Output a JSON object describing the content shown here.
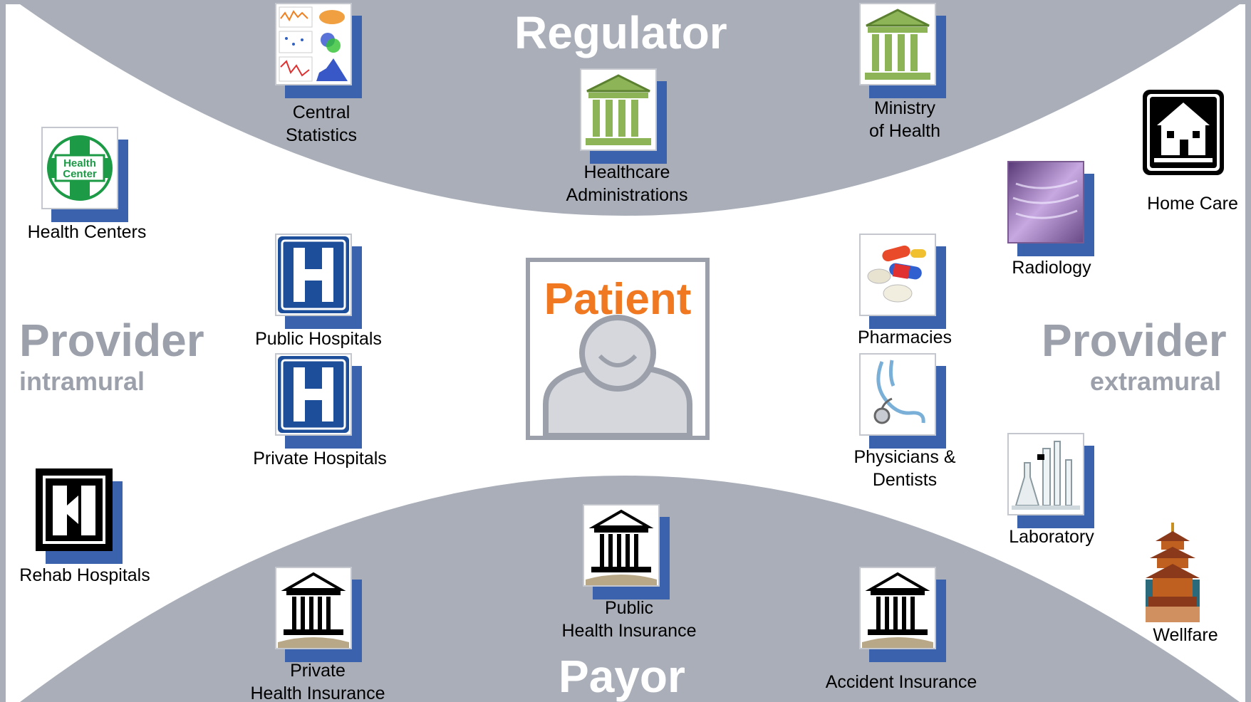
{
  "regions": {
    "top": "Regulator",
    "bottom": "Payor",
    "left": {
      "title": "Provider",
      "subtitle": "intramural"
    },
    "right": {
      "title": "Provider",
      "subtitle": "extramural"
    }
  },
  "center": {
    "title": "Patient"
  },
  "nodes": {
    "central_statistics": [
      "Central",
      "Statistics"
    ],
    "healthcare_administrations": [
      "Healthcare",
      "Administrations"
    ],
    "ministry_of_health": [
      "Ministry",
      "of Health"
    ],
    "health_centers": [
      "Health Centers"
    ],
    "public_hospitals": [
      "Public Hospitals"
    ],
    "private_hospitals": [
      "Private Hospitals"
    ],
    "rehab_hospitals": [
      "Rehab Hospitals"
    ],
    "pharmacies": [
      "Pharmacies"
    ],
    "physicians_dentists": [
      "Physicians &",
      "Dentists"
    ],
    "radiology": [
      "Radiology"
    ],
    "home_care": [
      "Home Care"
    ],
    "laboratory": [
      "Laboratory"
    ],
    "wellfare": [
      "Wellfare"
    ],
    "private_health_insurance": [
      "Private",
      "Health Insurance"
    ],
    "public_health_insurance": [
      "Public",
      "Health Insurance"
    ],
    "accident_insurance": [
      "Accident Insurance"
    ]
  },
  "icon_text": {
    "health_center_badge": [
      "Health",
      "Center"
    ]
  },
  "colors": {
    "band": "#a9aeb8",
    "accent_shadow": "#3b63ad",
    "patient_title": "#f07820",
    "provider_text": "#9ba0aa"
  }
}
